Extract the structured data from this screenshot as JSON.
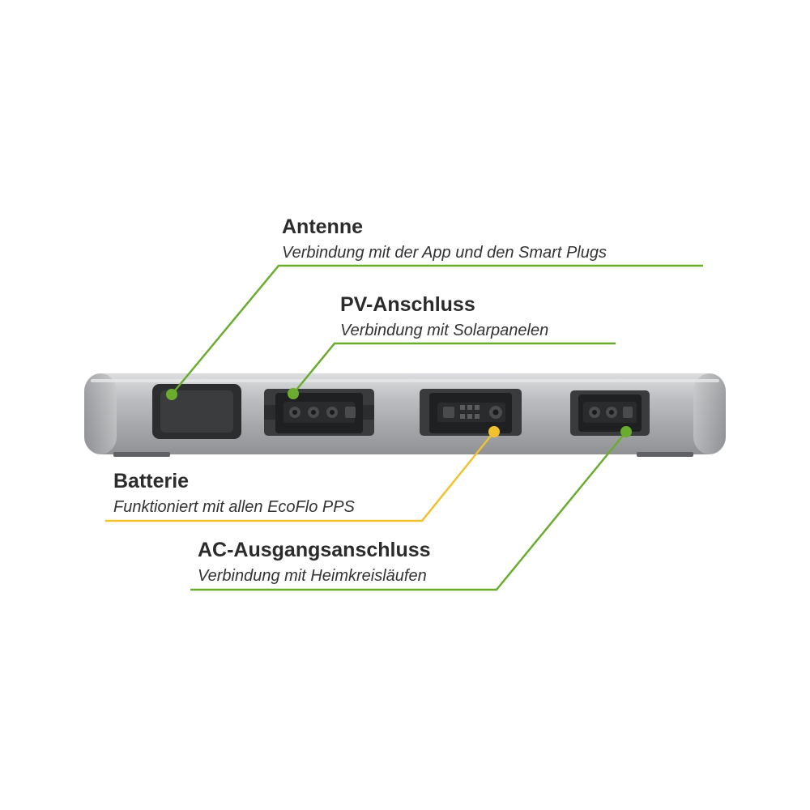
{
  "accent_green": "#6aad2e",
  "accent_yellow": "#f2c12e",
  "callouts": {
    "antenne": {
      "title": "Antenne",
      "subtitle": "Verbindung mit der App und den Smart Plugs",
      "color": "#6aad2e"
    },
    "pv": {
      "title": "PV-Anschluss",
      "subtitle": "Verbindung mit Solarpanelen",
      "color": "#6aad2e"
    },
    "batterie": {
      "title": "Batterie",
      "subtitle": "Funktioniert mit allen EcoFlo PPS",
      "color": "#f2c12e"
    },
    "ac": {
      "title": "AC-Ausgangsanschluss",
      "subtitle": "Verbindung mit Heimkreisläufen",
      "color": "#6aad2e"
    }
  }
}
